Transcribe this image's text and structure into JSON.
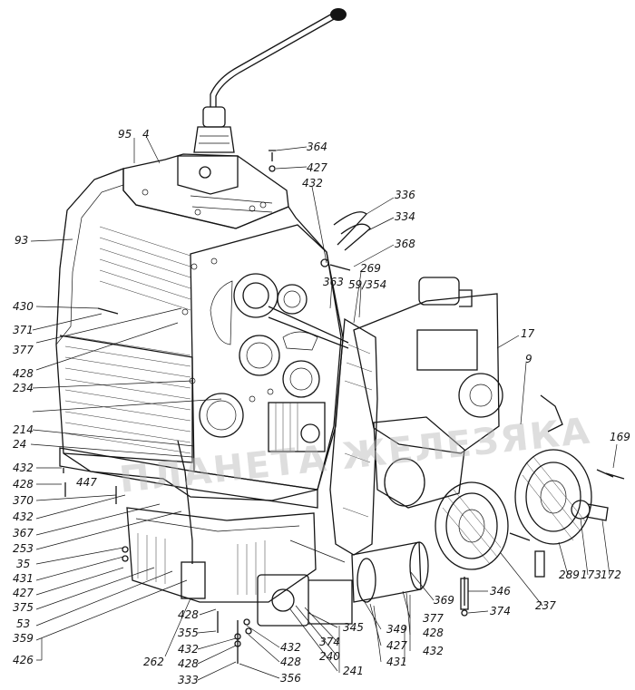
{
  "watermark": "ПЛАНЕТА ЖЕЛЕЗЯКА",
  "labels": [
    "95",
    "4",
    "364",
    "427",
    "432",
    "336",
    "334",
    "368",
    "93",
    "269",
    "363",
    "59/354",
    "430",
    "371",
    "17",
    "9",
    "377",
    "428",
    "234",
    "214",
    "24",
    "169",
    "432",
    "428",
    "447",
    "370",
    "432",
    "367",
    "253",
    "35",
    "431",
    "427",
    "375",
    "53",
    "359",
    "426",
    "262",
    "428",
    "355",
    "432",
    "428",
    "333",
    "432",
    "428",
    "356",
    "345",
    "374",
    "240",
    "241",
    "349",
    "427",
    "431",
    "377",
    "428",
    "432",
    "369",
    "346",
    "374",
    "237",
    "289",
    "173",
    "172"
  ]
}
